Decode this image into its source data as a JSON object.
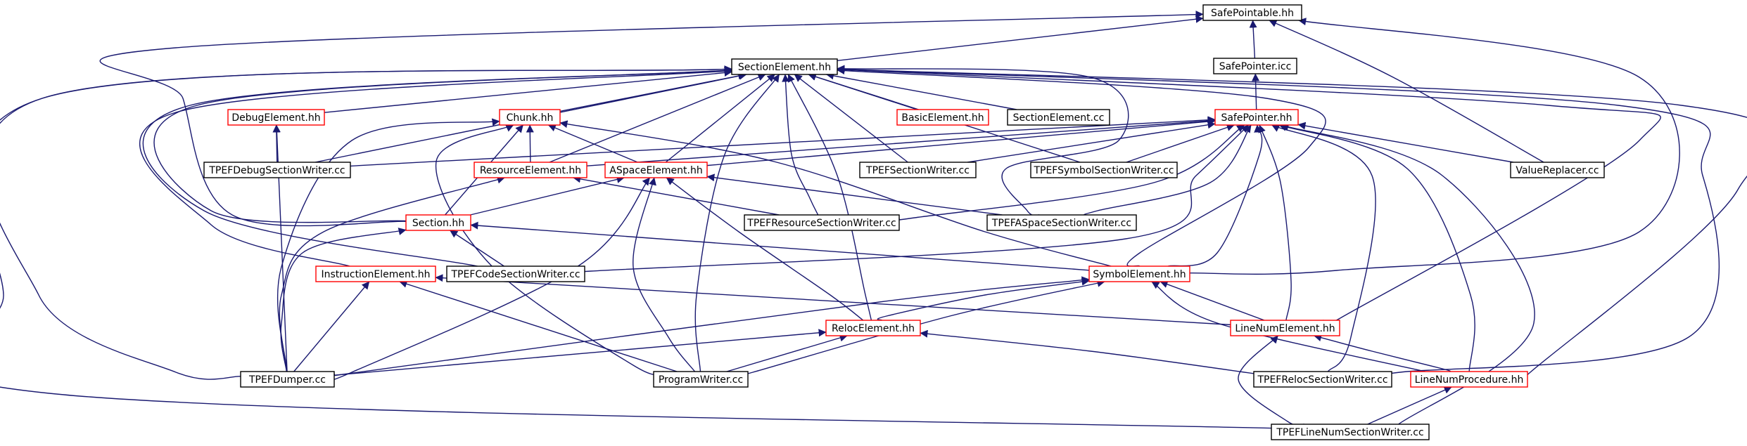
{
  "diagram": {
    "colors": {
      "edge": "#191970",
      "focus_fill": "#bfbfbf",
      "focus_border": "#000000",
      "black_border": "#000000",
      "red_border": "#ff0000"
    },
    "nodes": [
      {
        "id": "safepointable",
        "label": "SafePointable.hh",
        "style": "focus"
      },
      {
        "id": "sectionelement",
        "label": "SectionElement.hh",
        "style": "black"
      },
      {
        "id": "safepointericc",
        "label": "SafePointer.icc",
        "style": "black"
      },
      {
        "id": "debugelement",
        "label": "DebugElement.hh",
        "style": "red"
      },
      {
        "id": "chunk",
        "label": "Chunk.hh",
        "style": "red"
      },
      {
        "id": "basicelement",
        "label": "BasicElement.hh",
        "style": "red"
      },
      {
        "id": "sectionelementcc",
        "label": "SectionElement.cc",
        "style": "black"
      },
      {
        "id": "safepointerhh",
        "label": "SafePointer.hh",
        "style": "red"
      },
      {
        "id": "tpefdebug",
        "label": "TPEFDebugSectionWriter.cc",
        "style": "black"
      },
      {
        "id": "resourceelement",
        "label": "ResourceElement.hh",
        "style": "red"
      },
      {
        "id": "aspaceelement",
        "label": "ASpaceElement.hh",
        "style": "red"
      },
      {
        "id": "tpefsection",
        "label": "TPEFSectionWriter.cc",
        "style": "black"
      },
      {
        "id": "tpefsymbol",
        "label": "TPEFSymbolSectionWriter.cc",
        "style": "black"
      },
      {
        "id": "valuereplacer",
        "label": "ValueReplacer.cc",
        "style": "black"
      },
      {
        "id": "sectionhh",
        "label": "Section.hh",
        "style": "red"
      },
      {
        "id": "tpefresource",
        "label": "TPEFResourceSectionWriter.cc",
        "style": "black"
      },
      {
        "id": "tpefaspace",
        "label": "TPEFASpaceSectionWriter.cc",
        "style": "black"
      },
      {
        "id": "instructionelement",
        "label": "InstructionElement.hh",
        "style": "red"
      },
      {
        "id": "tpefcode",
        "label": "TPEFCodeSectionWriter.cc",
        "style": "black"
      },
      {
        "id": "symbolelement",
        "label": "SymbolElement.hh",
        "style": "red"
      },
      {
        "id": "relocelement",
        "label": "RelocElement.hh",
        "style": "red"
      },
      {
        "id": "linenumelement",
        "label": "LineNumElement.hh",
        "style": "red"
      },
      {
        "id": "tpefdumper",
        "label": "TPEFDumper.cc",
        "style": "black"
      },
      {
        "id": "programwriter",
        "label": "ProgramWriter.cc",
        "style": "black"
      },
      {
        "id": "tpefreloc",
        "label": "TPEFRelocSectionWriter.cc",
        "style": "black"
      },
      {
        "id": "linenumprocedure",
        "label": "LineNumProcedure.hh",
        "style": "red"
      },
      {
        "id": "tpeflinenum",
        "label": "TPEFLineNumSectionWriter.cc",
        "style": "black"
      }
    ],
    "edges": [
      {
        "from": "safepointable",
        "to": "sectionelement"
      },
      {
        "from": "safepointable",
        "to": "safepointericc"
      },
      {
        "from": "safepointable",
        "to": "valuereplacer"
      },
      {
        "from": "safepointable",
        "to": "symbolelement"
      },
      {
        "from": "safepointable",
        "to": "sectionhh"
      },
      {
        "from": "safepointericc",
        "to": "safepointerhh"
      },
      {
        "from": "sectionelement",
        "to": "debugelement"
      },
      {
        "from": "sectionelement",
        "to": "chunk"
      },
      {
        "from": "sectionelement",
        "to": "basicelement"
      },
      {
        "from": "sectionelement",
        "to": "sectionelementcc"
      },
      {
        "from": "sectionelement",
        "to": "tpefdebug"
      },
      {
        "from": "sectionelement",
        "to": "resourceelement"
      },
      {
        "from": "sectionelement",
        "to": "aspaceelement"
      },
      {
        "from": "sectionelement",
        "to": "tpefsection"
      },
      {
        "from": "sectionelement",
        "to": "tpefsymbol"
      },
      {
        "from": "sectionelement",
        "to": "tpefresource"
      },
      {
        "from": "sectionelement",
        "to": "tpefaspace"
      },
      {
        "from": "sectionelement",
        "to": "instructionelement"
      },
      {
        "from": "sectionelement",
        "to": "tpefcode"
      },
      {
        "from": "sectionelement",
        "to": "symbolelement"
      },
      {
        "from": "sectionelement",
        "to": "relocelement"
      },
      {
        "from": "sectionelement",
        "to": "linenumelement"
      },
      {
        "from": "sectionelement",
        "to": "tpefdumper"
      },
      {
        "from": "sectionelement",
        "to": "programwriter"
      },
      {
        "from": "sectionelement",
        "to": "tpefreloc"
      },
      {
        "from": "sectionelement",
        "to": "linenumprocedure"
      },
      {
        "from": "sectionelement",
        "to": "tpeflinenum"
      },
      {
        "from": "sectionelement",
        "to": "sectionhh"
      },
      {
        "from": "debugelement",
        "to": "tpefdebug"
      },
      {
        "from": "debugelement",
        "to": "tpefdumper"
      },
      {
        "from": "chunk",
        "to": "resourceelement"
      },
      {
        "from": "chunk",
        "to": "aspaceelement"
      },
      {
        "from": "chunk",
        "to": "sectionhh"
      },
      {
        "from": "chunk",
        "to": "symbolelement"
      },
      {
        "from": "chunk",
        "to": "tpefdumper"
      },
      {
        "from": "chunk",
        "to": "programwriter"
      },
      {
        "from": "safepointerhh",
        "to": "tpefdebug"
      },
      {
        "from": "safepointerhh",
        "to": "resourceelement"
      },
      {
        "from": "safepointerhh",
        "to": "aspaceelement"
      },
      {
        "from": "safepointerhh",
        "to": "tpefsection"
      },
      {
        "from": "safepointerhh",
        "to": "tpefsymbol"
      },
      {
        "from": "safepointerhh",
        "to": "valuereplacer"
      },
      {
        "from": "safepointerhh",
        "to": "tpefresource"
      },
      {
        "from": "safepointerhh",
        "to": "tpefaspace"
      },
      {
        "from": "safepointerhh",
        "to": "tpefcode"
      },
      {
        "from": "safepointerhh",
        "to": "symbolelement"
      },
      {
        "from": "safepointerhh",
        "to": "linenumelement"
      },
      {
        "from": "safepointerhh",
        "to": "tpefreloc"
      },
      {
        "from": "safepointerhh",
        "to": "linenumprocedure"
      },
      {
        "from": "safepointerhh",
        "to": "tpeflinenum"
      },
      {
        "from": "resourceelement",
        "to": "tpefresource"
      },
      {
        "from": "resourceelement",
        "to": "tpefdumper"
      },
      {
        "from": "aspaceelement",
        "to": "sectionhh"
      },
      {
        "from": "aspaceelement",
        "to": "tpefaspace"
      },
      {
        "from": "aspaceelement",
        "to": "relocelement"
      },
      {
        "from": "aspaceelement",
        "to": "tpefdumper"
      },
      {
        "from": "aspaceelement",
        "to": "programwriter"
      },
      {
        "from": "sectionhh",
        "to": "tpefcode"
      },
      {
        "from": "sectionhh",
        "to": "symbolelement"
      },
      {
        "from": "sectionhh",
        "to": "tpefdumper"
      },
      {
        "from": "instructionelement",
        "to": "linenumelement"
      },
      {
        "from": "instructionelement",
        "to": "tpefdumper"
      },
      {
        "from": "instructionelement",
        "to": "programwriter"
      },
      {
        "from": "symbolelement",
        "to": "relocelement"
      },
      {
        "from": "symbolelement",
        "to": "linenumelement"
      },
      {
        "from": "symbolelement",
        "to": "tpefdumper"
      },
      {
        "from": "symbolelement",
        "to": "programwriter"
      },
      {
        "from": "symbolelement",
        "to": "linenumprocedure"
      },
      {
        "from": "relocelement",
        "to": "tpefdumper"
      },
      {
        "from": "relocelement",
        "to": "programwriter"
      },
      {
        "from": "relocelement",
        "to": "tpefreloc"
      },
      {
        "from": "linenumelement",
        "to": "linenumprocedure"
      },
      {
        "from": "linenumelement",
        "to": "tpeflinenum"
      },
      {
        "from": "linenumprocedure",
        "to": "tpeflinenum"
      }
    ]
  }
}
